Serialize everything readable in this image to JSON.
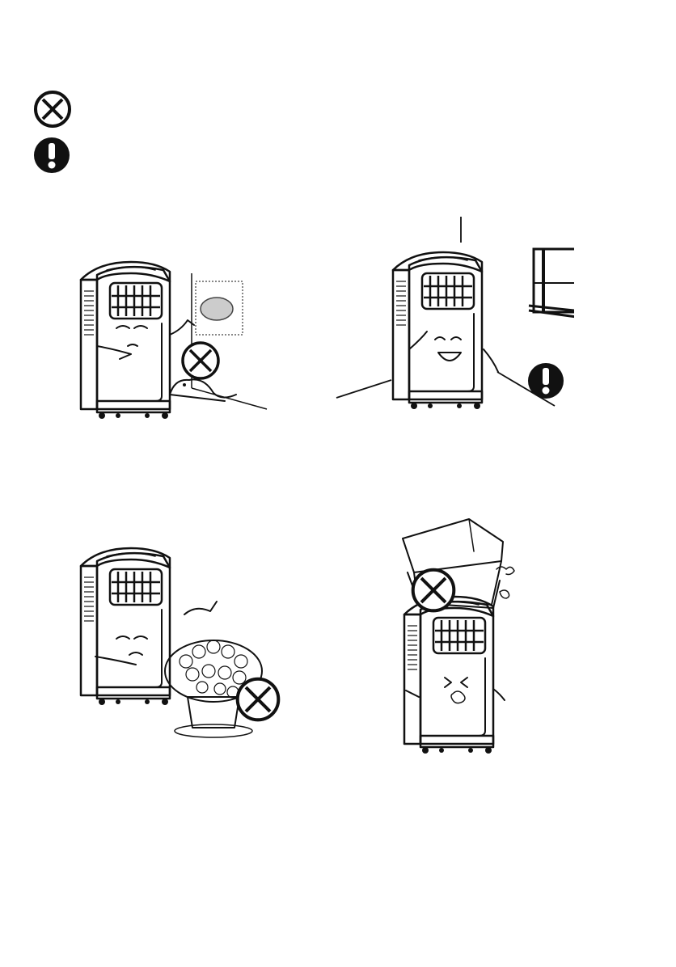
{
  "legend": [
    {
      "icon": "prohibited-icon",
      "meaning": ""
    },
    {
      "icon": "mandatory-icon",
      "meaning": ""
    }
  ],
  "illustrations": [
    {
      "id": "unit-near-wall-and-pet",
      "status_icon": "prohibited-icon"
    },
    {
      "id": "unit-with-clearance",
      "status_icon": "mandatory-icon"
    },
    {
      "id": "unit-blocked-by-plant",
      "status_icon": "prohibited-icon"
    },
    {
      "id": "unit-with-box-on-top",
      "status_icon": "prohibited-icon"
    }
  ],
  "colors": {
    "ink": "#111111",
    "paper": "#ffffff"
  }
}
